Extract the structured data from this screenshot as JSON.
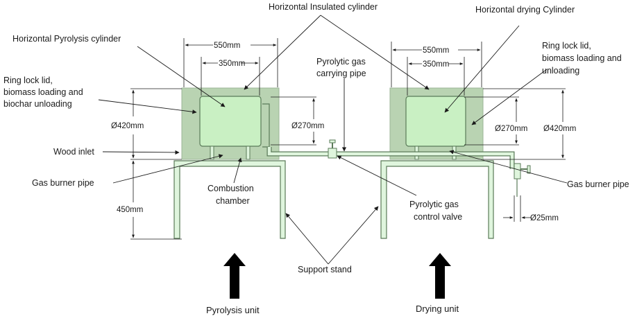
{
  "labels": {
    "insulated_cylinder": "Horizontal Insulated cylinder",
    "drying_cylinder": "Horizontal drying Cylinder",
    "pyrolysis_cylinder": "Horizontal Pyrolysis cylinder",
    "ring_lid_left": [
      "Ring lock lid,",
      "biomass loading and",
      "biochar unloading"
    ],
    "ring_lid_right": [
      "Ring lock lid,",
      "biomass loading and",
      "unloading"
    ],
    "pyrolytic_pipe": [
      "Pyrolytic gas",
      "carrying pipe"
    ],
    "wood_inlet": "Wood inlet",
    "gas_burner_left": "Gas burner pipe",
    "gas_burner_right": "Gas burner pipe",
    "combustion": [
      "Combustion",
      "chamber"
    ],
    "control_valve": [
      "Pyrolytic gas",
      "control valve"
    ],
    "support_stand": "Support stand",
    "pyrolysis_unit": "Pyrolysis unit",
    "drying_unit": "Drying unit"
  },
  "dimensions": {
    "outer_width_left": "550mm",
    "inner_width_left": "350mm",
    "outer_width_right": "550mm",
    "inner_width_right": "350mm",
    "outer_dia_left": "Ø420mm",
    "inner_dia_left": "Ø270mm",
    "inner_dia_right": "Ø270mm",
    "outer_dia_right": "Ø420mm",
    "stand_height": "450mm",
    "pipe_dia": "Ø25mm"
  },
  "colors": {
    "outer_box": "#b9d3b2",
    "inner_cyl": "#c9f0c3",
    "pipe": "#dff5dd",
    "outline": "#5a7a58",
    "arrow": "#000000"
  }
}
